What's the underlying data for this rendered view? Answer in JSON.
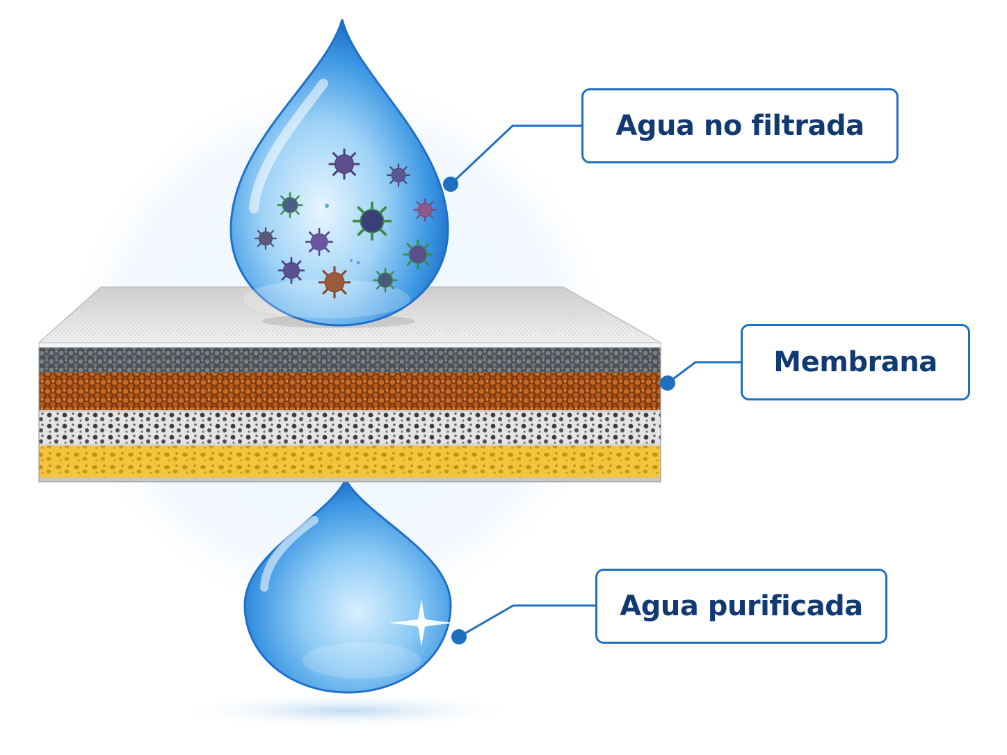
{
  "labels": {
    "unfiltered_water": "Agua no filtrada",
    "membrane": "Membrana",
    "purified_water": "Agua purificada"
  },
  "colors": {
    "callout_border": "#1f6fc0",
    "callout_text": "#123a72",
    "drop_blue": "#2e8fe0",
    "drop_light": "#bfe3fb",
    "layer_top": "#e6e6e6",
    "layer_dark_gray": "#555a5f",
    "layer_brown": "#b1561a",
    "layer_light_gray": "#e2e2e2",
    "layer_yellow": "#f0c13a",
    "microbe_purple": "#5a4f8c",
    "microbe_green": "#3c8a4a",
    "microbe_brown": "#9a5a3c"
  },
  "icons": {
    "top_drop": "water-drop-with-microbes-icon",
    "bottom_drop": "clean-water-drop-icon",
    "sparkle": "sparkle-icon",
    "membrane": "membrane-layers-icon"
  }
}
